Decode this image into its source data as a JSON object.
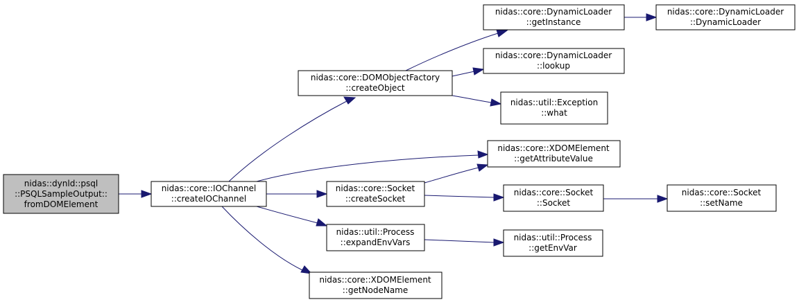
{
  "colors": {
    "node_fill": "#ffffff",
    "root_fill": "#bfbfbf",
    "node_border": "#000000",
    "edge": "#191970"
  },
  "nodes": {
    "root": {
      "line1": "nidas::dynld::psql",
      "line2": "::PSQLSampleOutput::",
      "line3": "fromDOMElement"
    },
    "createIOChannel": {
      "line1": "nidas::core::IOChannel",
      "line2": "::createIOChannel"
    },
    "createObject": {
      "line1": "nidas::core::DOMObjectFactory",
      "line2": "::createObject"
    },
    "getInstance": {
      "line1": "nidas::core::DynamicLoader",
      "line2": "::getInstance"
    },
    "dynamicLoaderCtor": {
      "line1": "nidas::core::DynamicLoader",
      "line2": "::DynamicLoader"
    },
    "lookup": {
      "line1": "nidas::core::DynamicLoader",
      "line2": "::lookup"
    },
    "exceptionWhat": {
      "line1": "nidas::util::Exception",
      "line2": "::what"
    },
    "getAttributeValue": {
      "line1": "nidas::core::XDOMElement",
      "line2": "::getAttributeValue"
    },
    "createSocket": {
      "line1": "nidas::core::Socket",
      "line2": "::createSocket"
    },
    "socketCtor": {
      "line1": "nidas::core::Socket",
      "line2": "::Socket"
    },
    "setName": {
      "line1": "nidas::core::Socket",
      "line2": "::setName"
    },
    "expandEnvVars": {
      "line1": "nidas::util::Process",
      "line2": "::expandEnvVars"
    },
    "getEnvVar": {
      "line1": "nidas::util::Process",
      "line2": "::getEnvVar"
    },
    "getNodeName": {
      "line1": "nidas::core::XDOMElement",
      "line2": "::getNodeName"
    }
  }
}
